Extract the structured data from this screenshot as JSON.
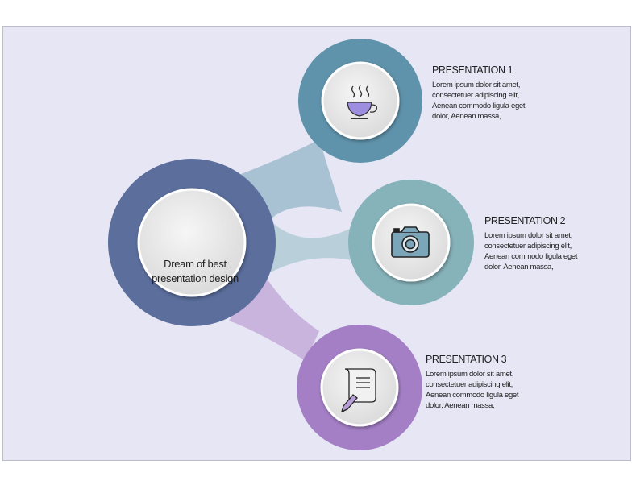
{
  "center": {
    "line1": "Dream of best",
    "line2": "presentation design"
  },
  "items": [
    {
      "title": "PRESENTATION 1",
      "desc": [
        "Lorem ipsum dolor sit amet,",
        "consectetuer adipiscing elit,",
        "Aenean commodo ligula eget",
        "dolor, Aenean massa,"
      ],
      "icon": "coffee-cup-icon",
      "color": "#5f93ab"
    },
    {
      "title": "PRESENTATION 2",
      "desc": [
        "Lorem ipsum dolor sit amet,",
        "consectetuer adipiscing elit,",
        "Aenean commodo ligula eget",
        "dolor, Aenean massa,"
      ],
      "icon": "camera-icon",
      "color": "#86b2b9"
    },
    {
      "title": "PRESENTATION 3",
      "desc": [
        "Lorem ipsum dolor sit amet,",
        "consectetuer adipiscing elit,",
        "Aenean commodo ligula eget",
        "dolor, Aenean massa,"
      ],
      "icon": "document-pen-icon",
      "color": "#a47fc6"
    }
  ],
  "colors": {
    "background": "#e6e6f5",
    "center_ring": "#5b6e9c",
    "connector_top": "#a9c2d3",
    "connector_mid": "#b9cfda",
    "connector_bottom": "#c8b4dd",
    "inner_circle": "#ebebeb"
  }
}
